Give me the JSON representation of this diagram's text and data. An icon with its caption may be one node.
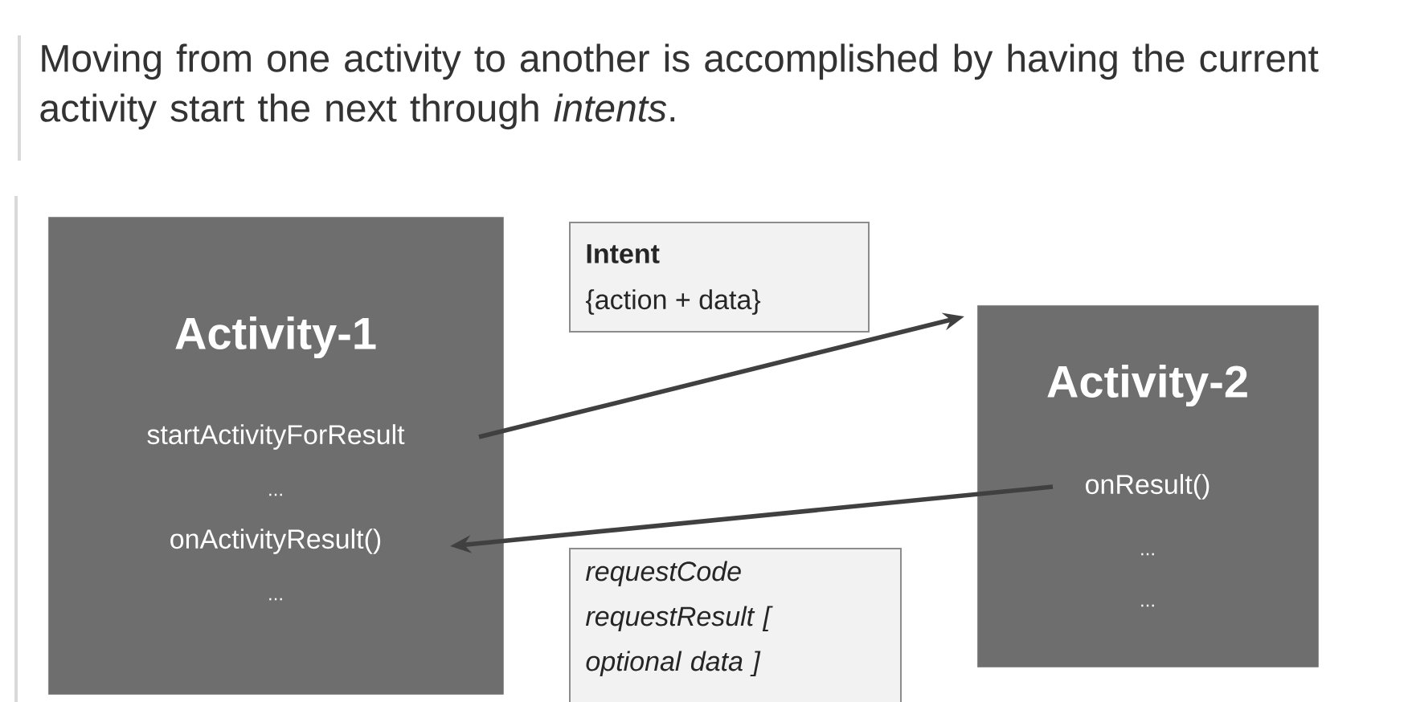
{
  "diagram": {
    "title": "Moving from one activity to another is accomplished by having the current activity start the next through *intents*.",
    "nodes": [
      {
        "text": [
          "Activity-1",
          "startActivityForResult",
          "...",
          "onActivityResult()",
          "..."
        ]
      },
      {
        "text": [
          "Intent",
          "{action + data}"
        ]
      },
      {
        "text": [
          "Activity-2",
          "onResult()",
          "...",
          "..."
        ]
      },
      {
        "text": [
          "requestCode requestResult [ optional data ]"
        ]
      }
    ],
    "edges": [
      {
        "from": 0,
        "to": 2,
        "arrow": "to"
      },
      {
        "from": 2,
        "to": 0,
        "arrow": "to"
      }
    ]
  }
}
